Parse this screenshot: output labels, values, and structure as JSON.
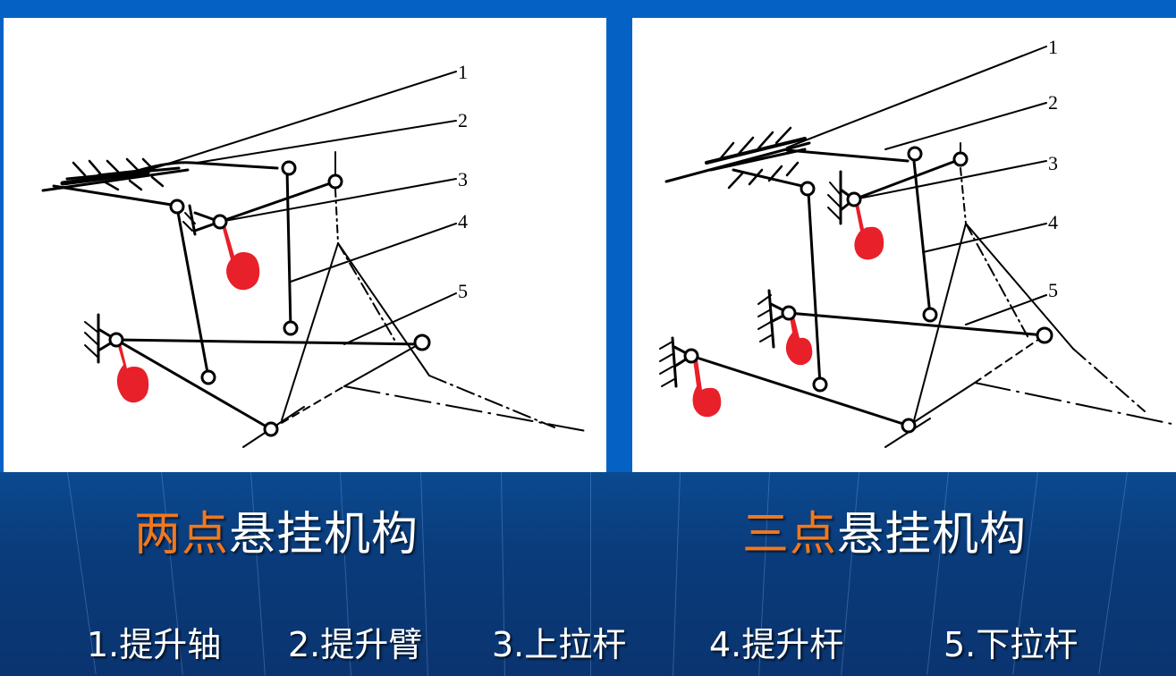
{
  "colors": {
    "top_band": "#0562c4",
    "bottom_bg": "#0a3b7a",
    "highlight": "#f07820",
    "text": "#ffffff",
    "line": "#000000",
    "weight_red": "#e8202a",
    "panel_bg": "#ffffff"
  },
  "left_diagram": {
    "title_highlight": "两点",
    "title_rest": "悬挂机构",
    "callouts": [
      "1",
      "2",
      "3",
      "4",
      "5"
    ]
  },
  "right_diagram": {
    "title_highlight": "三点",
    "title_rest": "悬挂机构",
    "callouts": [
      "1",
      "2",
      "3",
      "4",
      "5"
    ]
  },
  "legend": [
    {
      "num": "1.",
      "label": "提升轴"
    },
    {
      "num": "2.",
      "label": "提升臂"
    },
    {
      "num": "3.",
      "label": "上拉杆"
    },
    {
      "num": "4.",
      "label": "提升杆"
    },
    {
      "num": "5.",
      "label": "下拉杆"
    }
  ]
}
